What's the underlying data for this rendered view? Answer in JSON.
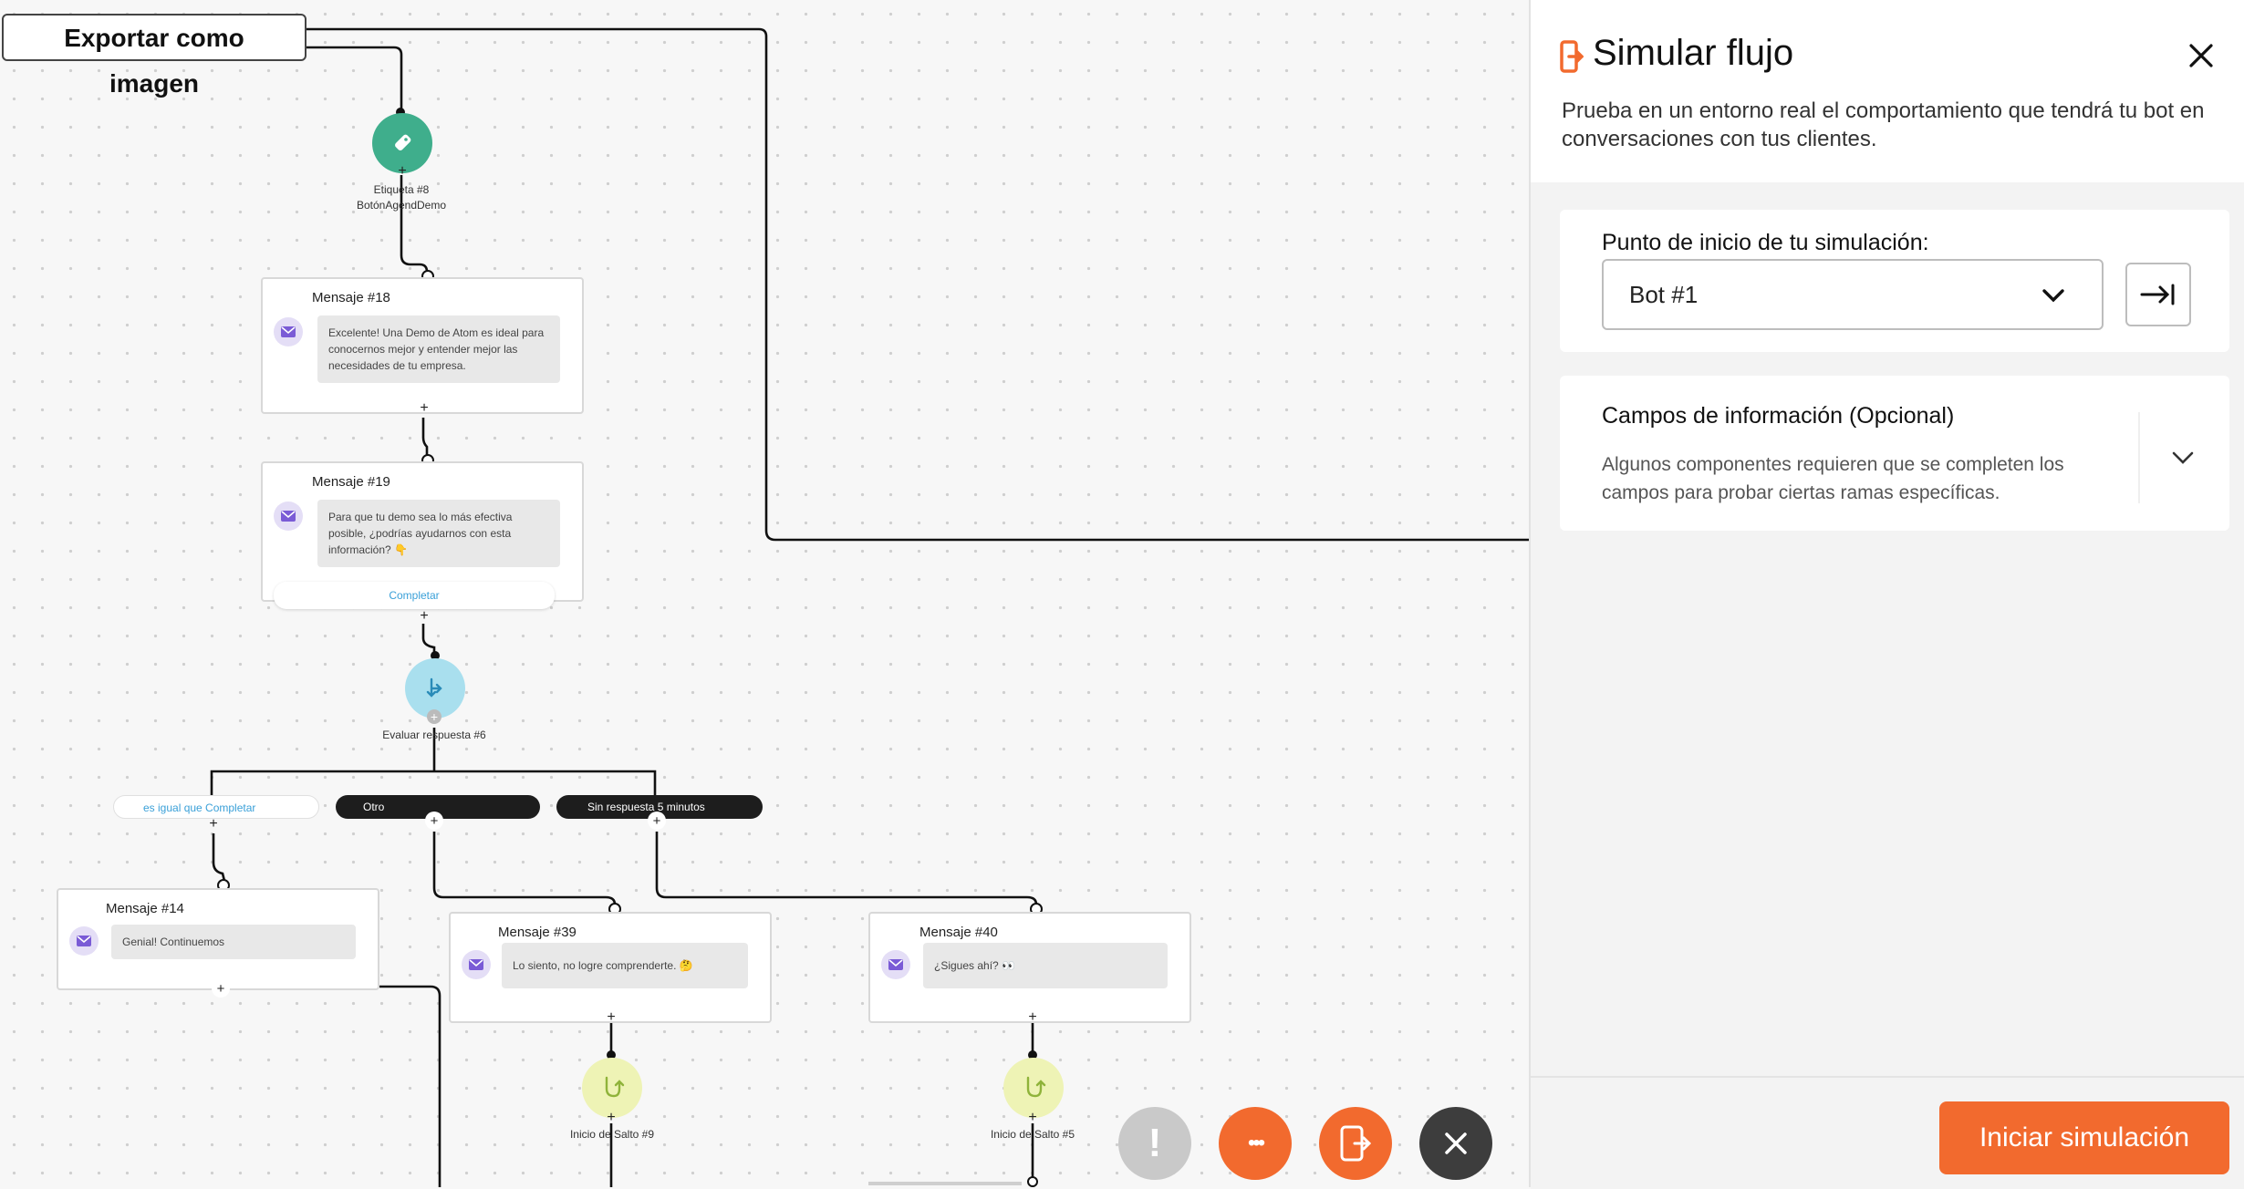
{
  "canvas": {
    "export_label": "Exportar como imagen",
    "tag_node": {
      "label_line1": "Etiqueta #8",
      "label_line2": "BotónAgendDemo"
    },
    "msg18": {
      "title": "Mensaje #18",
      "text": "Excelente! Una Demo de Atom es ideal para conocernos mejor y entender mejor las necesidades de tu empresa."
    },
    "msg19": {
      "title": "Mensaje #19",
      "text": "Para que tu demo sea lo más efectiva posible, ¿podrías ayudarnos con esta información? 👇",
      "button": "Completar"
    },
    "eval_node": {
      "label": "Evaluar respuesta #6"
    },
    "branches": {
      "equal": "es igual que Completar",
      "other": "Otro",
      "no_reply": "Sin respuesta 5 minutos"
    },
    "msg14": {
      "title": "Mensaje #14",
      "text": "Genial! Continuemos"
    },
    "msg39": {
      "title": "Mensaje #39",
      "text": "Lo siento, no logre comprenderte. 🤔"
    },
    "msg40": {
      "title": "Mensaje #40",
      "text": "¿Sigues ahí? 👀"
    },
    "jump9": {
      "label": "Inicio de Salto #9"
    },
    "jump5": {
      "label": "Inicio de Salto #5"
    },
    "plus_symbol": "+"
  },
  "fab": {
    "warning": "!",
    "more": "•••"
  },
  "panel": {
    "title": "Simular flujo",
    "description": "Prueba en un entorno real el comportamiento que tendrá tu bot en conversaciones con tus clientes.",
    "start_point": {
      "label": "Punto de inicio de tu simulación:",
      "selected": "Bot #1"
    },
    "info_fields": {
      "title": "Campos de información (Opcional)",
      "description": "Algunos componentes requieren que se completen los campos para probar ciertas ramas específicas."
    },
    "start_button": "Iniciar simulación"
  },
  "colors": {
    "accent": "#f26a2e",
    "tag_node": "#3fae8c",
    "eval_node": "#a9dfee",
    "jump_node": "#eef3b5",
    "message_icon": "#7a5bd6",
    "link": "#3aa0d8"
  }
}
